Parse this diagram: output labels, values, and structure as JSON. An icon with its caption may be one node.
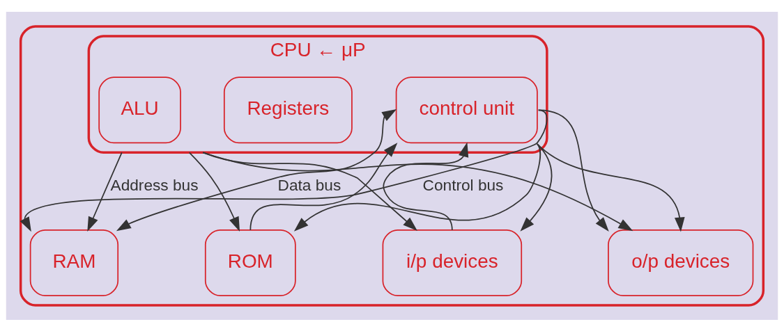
{
  "diagram": {
    "nodes": [
      {
        "text": [],
        "shape": "box"
      },
      {
        "text": [
          "CPU ← μP"
        ],
        "in": 0
      },
      {
        "text": [
          "ALU"
        ],
        "in": 1
      },
      {
        "text": [
          "Registers"
        ],
        "in": 1
      },
      {
        "text": [
          "control unit"
        ],
        "in": 1
      },
      {
        "text": [
          "RAM"
        ],
        "in": 0
      },
      {
        "text": [
          "ROM"
        ],
        "in": 0
      },
      {
        "text": [
          "i/p devices"
        ],
        "in": 0
      },
      {
        "text": [
          "o/p devices"
        ],
        "in": 0
      }
    ],
    "edges": [
      {
        "from": 1,
        "to": 5,
        "arrow": "to",
        "label": "Address bus"
      },
      {
        "from": 1,
        "to": 6,
        "arrow": "to"
      },
      {
        "from": 1,
        "to": 7,
        "arrow": "to"
      },
      {
        "from": 1,
        "to": 8,
        "arrow": "to"
      },
      {
        "from": 5,
        "to": 4,
        "arrow": "both",
        "label": "Data bus"
      },
      {
        "from": 6,
        "to": 4,
        "arrow": "to"
      },
      {
        "from": 7,
        "to": 4,
        "arrow": "to"
      },
      {
        "from": 4,
        "to": 8,
        "arrow": "to"
      },
      {
        "from": 4,
        "to": 5,
        "arrow": "to",
        "label": "Control bus"
      },
      {
        "from": 4,
        "to": 6,
        "arrow": "to"
      },
      {
        "from": 4,
        "to": 7,
        "arrow": "to"
      },
      {
        "from": 4,
        "to": 8,
        "arrow": "to"
      }
    ]
  }
}
